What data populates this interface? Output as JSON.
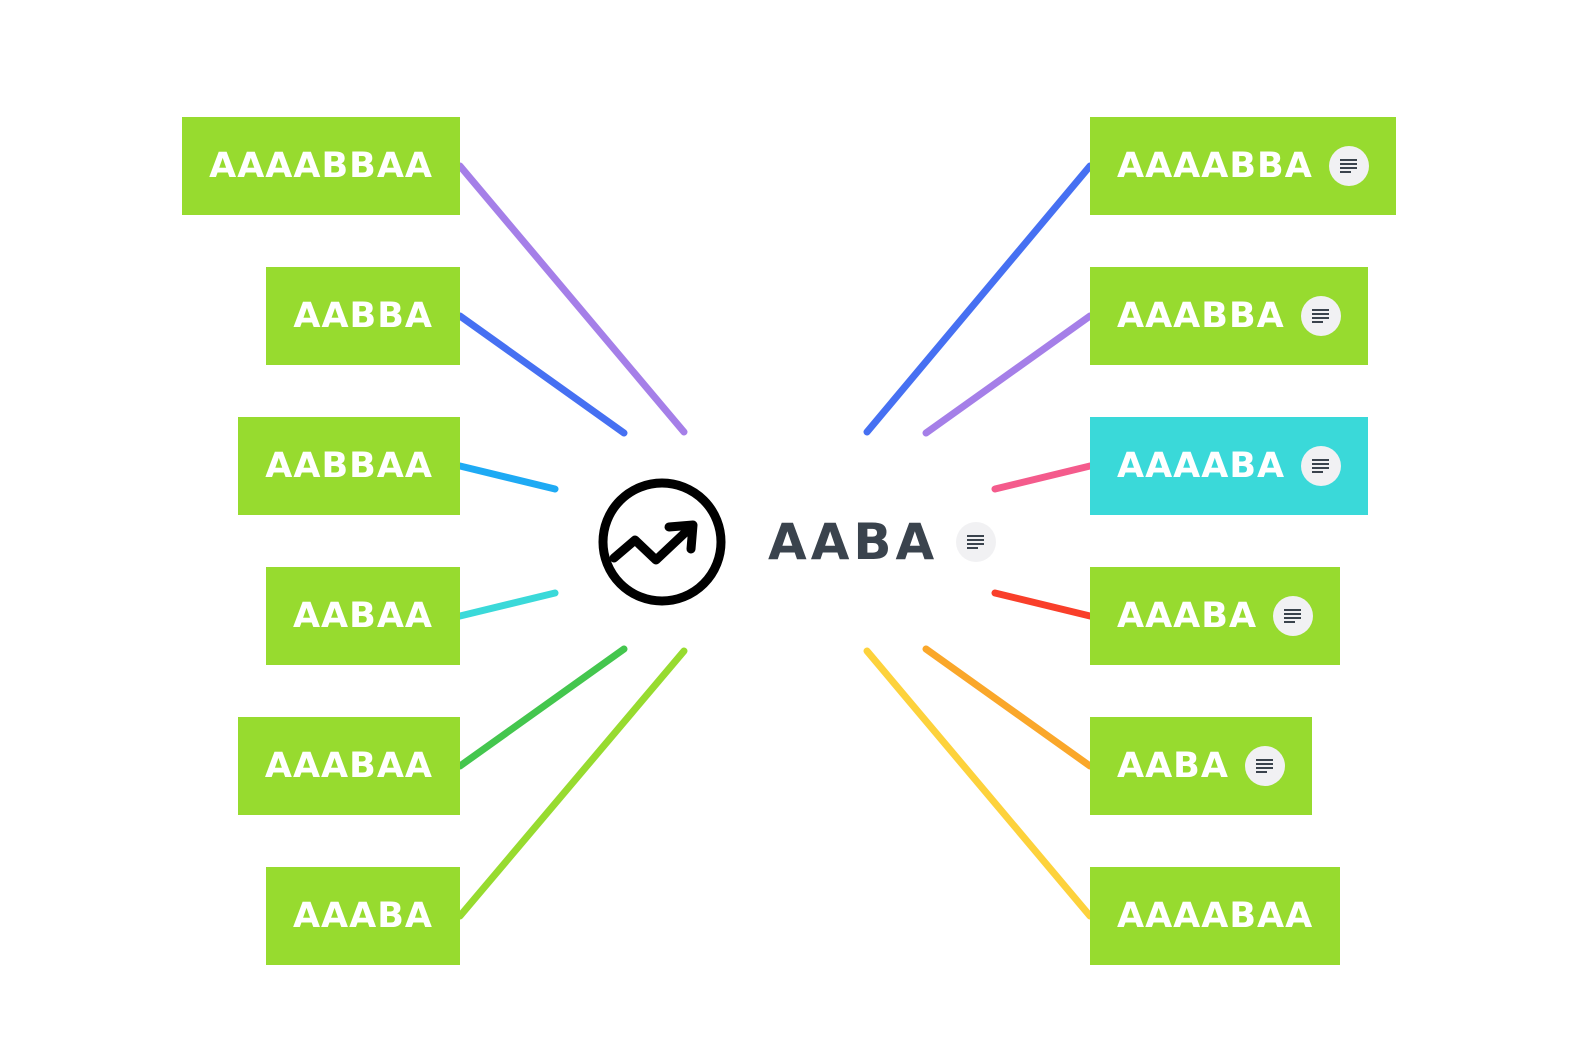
{
  "central": {
    "label": "AABA",
    "icon": "trending-up-circle-icon",
    "text_color": "#3a434d",
    "has_note": true
  },
  "colors": {
    "node_default": "#97db2f",
    "node_selected": "#3ad9d9",
    "note_badge": "#f1f1f3",
    "note_icon": "#3a434d"
  },
  "left_branches": [
    {
      "label": "AAAABBAA",
      "line_color": "#a57fe8",
      "selected": false,
      "has_note": false
    },
    {
      "label": "AABBA",
      "line_color": "#4670f2",
      "selected": false,
      "has_note": false
    },
    {
      "label": "AABBAA",
      "line_color": "#1eaaf4",
      "selected": false,
      "has_note": false
    },
    {
      "label": "AABAA",
      "line_color": "#3ad9d9",
      "selected": false,
      "has_note": false
    },
    {
      "label": "AAABAA",
      "line_color": "#44c64e",
      "selected": false,
      "has_note": false
    },
    {
      "label": "AAABA",
      "line_color": "#97db2f",
      "selected": false,
      "has_note": false
    }
  ],
  "right_branches": [
    {
      "label": "AAAABBA",
      "line_color": "#4670f2",
      "selected": false,
      "has_note": true
    },
    {
      "label": "AAABBA",
      "line_color": "#a57fe8",
      "selected": false,
      "has_note": true
    },
    {
      "label": "AAAABA",
      "line_color": "#f45b8c",
      "selected": true,
      "has_note": true
    },
    {
      "label": "AAABA",
      "line_color": "#f93f2a",
      "selected": false,
      "has_note": true
    },
    {
      "label": "AABA",
      "line_color": "#faa72a",
      "selected": false,
      "has_note": true
    },
    {
      "label": "AAAABAA",
      "line_color": "#fdd23c",
      "selected": false,
      "has_note": false
    }
  ]
}
